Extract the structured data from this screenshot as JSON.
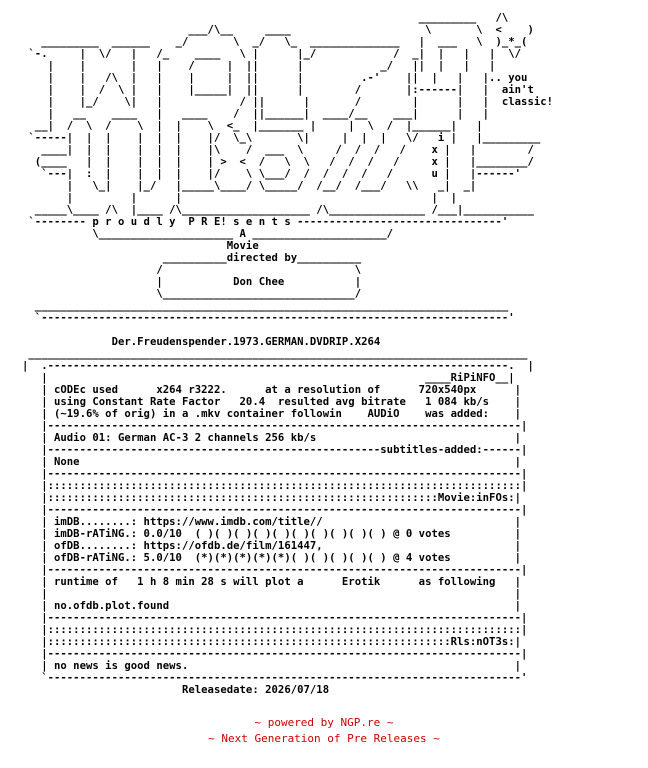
{
  "nfo": {
    "lines": [
      "                                                              _________   /\\     ",
      "                          ___/\\__     ____                     \\       \\  <    )  ",
      "   _________  ______    _/       \\  _/   \\_  ______________   |  ___   \\  )_*_(   ",
      " `-.     |  \\/   |   /_    ____   \\ |      |_/            /  _|  |   |   |  \\/    ",
      "    |    |       |   |    /     |  ||      |            _/   ||  |   |   |        ",
      "    |    |   /\\  |   |    |     |  ||      |         .-'    ||  |   |   |.. you   ",
      "    |    |  /  \\ |   |    |_____|  ||      |        /       |:------|   |  ain't  ",
      "    |    |_/    \\|   |            / ||      |       /        |      |   |  classic!",
      "    |   __    ____   |   ____    /  ||______|  ____/__    ___|      |   |          ",
      "  __|  /  \\  /    \\  |  |    \\  <_  |_______ |     |  \\  /  |______|   |          ",
      " `-----|  |  |    |  |  |    |/  \\_\\       \\|     |  |  |   \\/   i |   |_________",
      "   ____|  |  |    |  |  |    |\\    /  ___  \\     /  /  /   /    x |   |        /",
      "  (____   |  |    |  |  |    | >  <  /   \\  \\   /  /  /   /     x |   |________/ ",
      "   `---|  :  |    |  |  |    |/    \\ \\___/  /  /  /  /   /      u |   |------'   ",
      "       |   \\_|    |_/   |_____\\____/ \\_____/  /__/  /___/   \\\\   _|  _|          ",
      "       |         |      |                                       |  |             ",
      "  _____\\____ /\\  |____ /\\____________________ /\\_______________ /___|___________",
      " `-------- p r o u d l y  P R E! s e n t s --------------------------------'",
      "           \\_____________________ A _____________________/                      ",
      "                                Movie                                           ",
      "                      __________directed by__________                           ",
      "                     /                              \\                          ",
      "                     |           Don Chee           |                          ",
      "                     \\______________________________/                          ",
      "  __________________________________________________________________________    ",
      "  `-------------------------------------------------------------------------'   ",
      "",
      "              Der.Freudenspender.1973.GERMAN.DVDRIP.X264",
      " ______________________________________________________________________________",
      "|  .------------------------------------------------------------------------.  |",
      "   |                                                           ____RiPiNFO__|  ",
      "   | cODEc used      x264 r3222.      at a resolution of      720x540px      |  ",
      "   | using Constant Rate Factor   20.4  resulted avg bitrate   1 084 kb/s    |  ",
      "   | (~19.6% of orig) in a .mkv container followin    AUDiO    was added:    |  ",
      "   |--------------------------------------------------------------------------|  ",
      "   | Audio 01: German AC-3 2 channels 256 kb/s                               |  ",
      "   |----------------------------------------------------subtitles-added:------|  ",
      "   | None                                                                    |  ",
      "   |--------------------------------------------------------------------------|  ",
      "   |::::::::::::::::::::::::::::::::::::::::::::::::::::::::::::::::::::::::::|  ",
      "   |:::::::::::::::::::::::::::::::::::::::::::::::::::::::::::::Movie:inFOs:|  ",
      "   |--------------------------------------------------------------------------|  ",
      "   | imDB........: https://www.imdb.com/title//                              |  ",
      "   | imDB-rATiNG.: 0.0/10  ( )( )( )( )( )( )( )( )( )( ) @ 0 votes          |  ",
      "   | ofDB........: https://ofdb.de/film/161447,                              |  ",
      "   | ofDB-rATiNG.: 5.0/10  (*)(*)(*)(*)(*)( )( )( )( )( ) @ 4 votes          |  ",
      "   |--------------------------------------------------------------------------|  ",
      "   | runtime of   1 h 8 min 28 s will plot a      Erotik      as following   |  ",
      "   |                                                                         |  ",
      "   | no.ofdb.plot.found                                                      |  ",
      "   |--------------------------------------------------------------------------|  ",
      "   |::::::::::::::::::::::::::::::::::::::::::::::::::::::::::::::::::::::::::|  ",
      "   |:::::::::::::::::::::::::::::::::::::::::::::::::::::::::::::::Rls:nOT3s:|  ",
      "   |--------------------------------------------------------------------------|  ",
      "   | no news is good news.                                                   |  ",
      "   `--------------------------------------------------------------------------'  ",
      "                         Releasedate: 2026/07/18"
    ]
  },
  "footer": {
    "line1": "~ powered by NGP.re ~",
    "line2": "~ Next Generation of Pre Releases ~"
  }
}
